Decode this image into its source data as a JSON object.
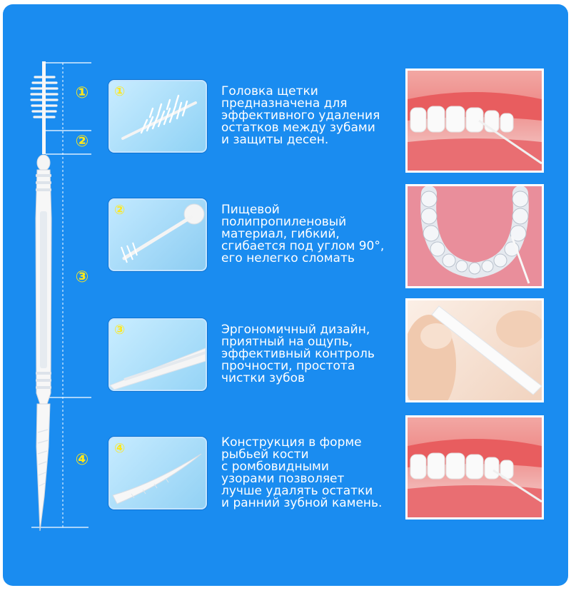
{
  "sections": [
    {
      "marker": "①",
      "lines": [
        "Головка щетки",
        "предназначена для",
        "эффективного удаления",
        "остатков между зубами",
        "и защиты десен."
      ],
      "thumb_icon": "brush-head-icon",
      "photo_icon": "teeth-brush-photo"
    },
    {
      "marker": "②",
      "lines": [
        "Пищевой",
        "полипропиленовый",
        "материал, гибкий,",
        "сгибается под углом 90°,",
        "его нелегко сломать"
      ],
      "thumb_icon": "neck-joint-icon",
      "photo_icon": "dental-arch-photo"
    },
    {
      "marker": "③",
      "lines": [
        "Эргономичный дизайн,",
        "приятный на ощупь,",
        "эффективный контроль",
        "прочности, простота",
        "чистки зубов"
      ],
      "thumb_icon": "handle-icon",
      "photo_icon": "hand-grip-photo"
    },
    {
      "marker": "④",
      "lines": [
        "Конструкция в форме",
        "рыбьей кости",
        "с ромбовидными",
        "узорами позволяет",
        "лучше удалять остатки",
        "и ранний зубной камень."
      ],
      "thumb_icon": "pick-tip-icon",
      "photo_icon": "teeth-pick-photo"
    }
  ],
  "colors": {
    "panel": "#1a8cf0",
    "marker": "#ffe81a",
    "text": "#ffffff",
    "gum": "#e9787a"
  }
}
